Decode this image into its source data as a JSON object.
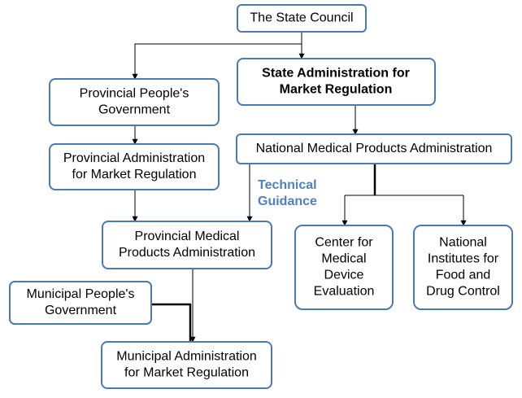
{
  "nodes": {
    "state_council": [
      "The State Council"
    ],
    "samr": [
      "State Administration for",
      "Market Regulation"
    ],
    "provincial_government": [
      "Provincial People's",
      "Government"
    ],
    "nmpa": [
      "National Medical Products Administration"
    ],
    "provincial_amr": [
      "Provincial Administration",
      "for Market Regulation"
    ],
    "provincial_mpa": [
      "Provincial Medical",
      "Products Administration"
    ],
    "cmde": [
      "Center for",
      "Medical",
      "Device",
      "Evaluation"
    ],
    "nifdc": [
      "National",
      "Institutes for",
      "Food and",
      "Drug Control"
    ],
    "municipal_government": [
      "Municipal People's",
      "Government"
    ],
    "municipal_amr": [
      "Municipal Administration",
      "for Market Regulation"
    ]
  },
  "annotation": {
    "technical_guidance": [
      "Technical",
      "Guidance"
    ]
  },
  "colors": {
    "box_border": "#4a7ab5",
    "annotation_text": "#4f81bd",
    "connector": "#000000"
  }
}
